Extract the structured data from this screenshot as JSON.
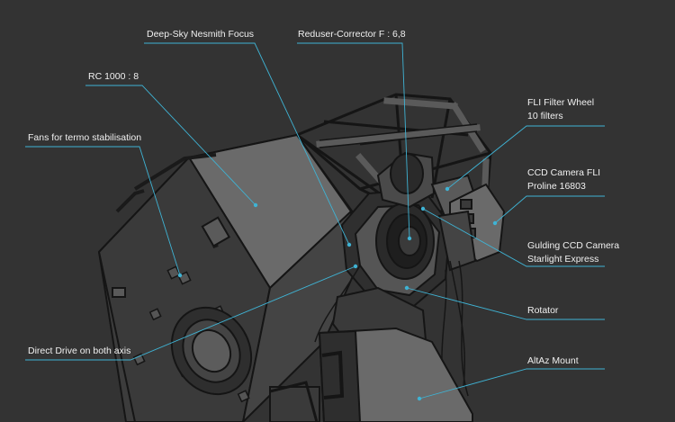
{
  "colors": {
    "background": "#333333",
    "accent": "#3fb3d4",
    "label_text": "#f0f0f0",
    "body_light": "#6a6a6a",
    "body_mid": "#555555",
    "body_dark": "#2b2b2b",
    "outline": "#111111"
  },
  "labels": {
    "rc": "RC 1000 : 8",
    "nesmith": "Deep-Sky Nesmith Focus",
    "reducer": "Reduser-Corrector F : 6,8",
    "fans": "Fans for termo stabilisation",
    "filter_wheel_1": "FLI Filter Wheel",
    "filter_wheel_2": "10 filters",
    "ccd_1": "CCD Camera FLI",
    "ccd_2": "Proline 16803",
    "guiding_1": "Gulding CCD Camera",
    "guiding_2": "Starlight Express",
    "rotator": "Rotator",
    "direct_drive": "Direct Drive on both axis",
    "altaz": "AltAz Mount"
  }
}
